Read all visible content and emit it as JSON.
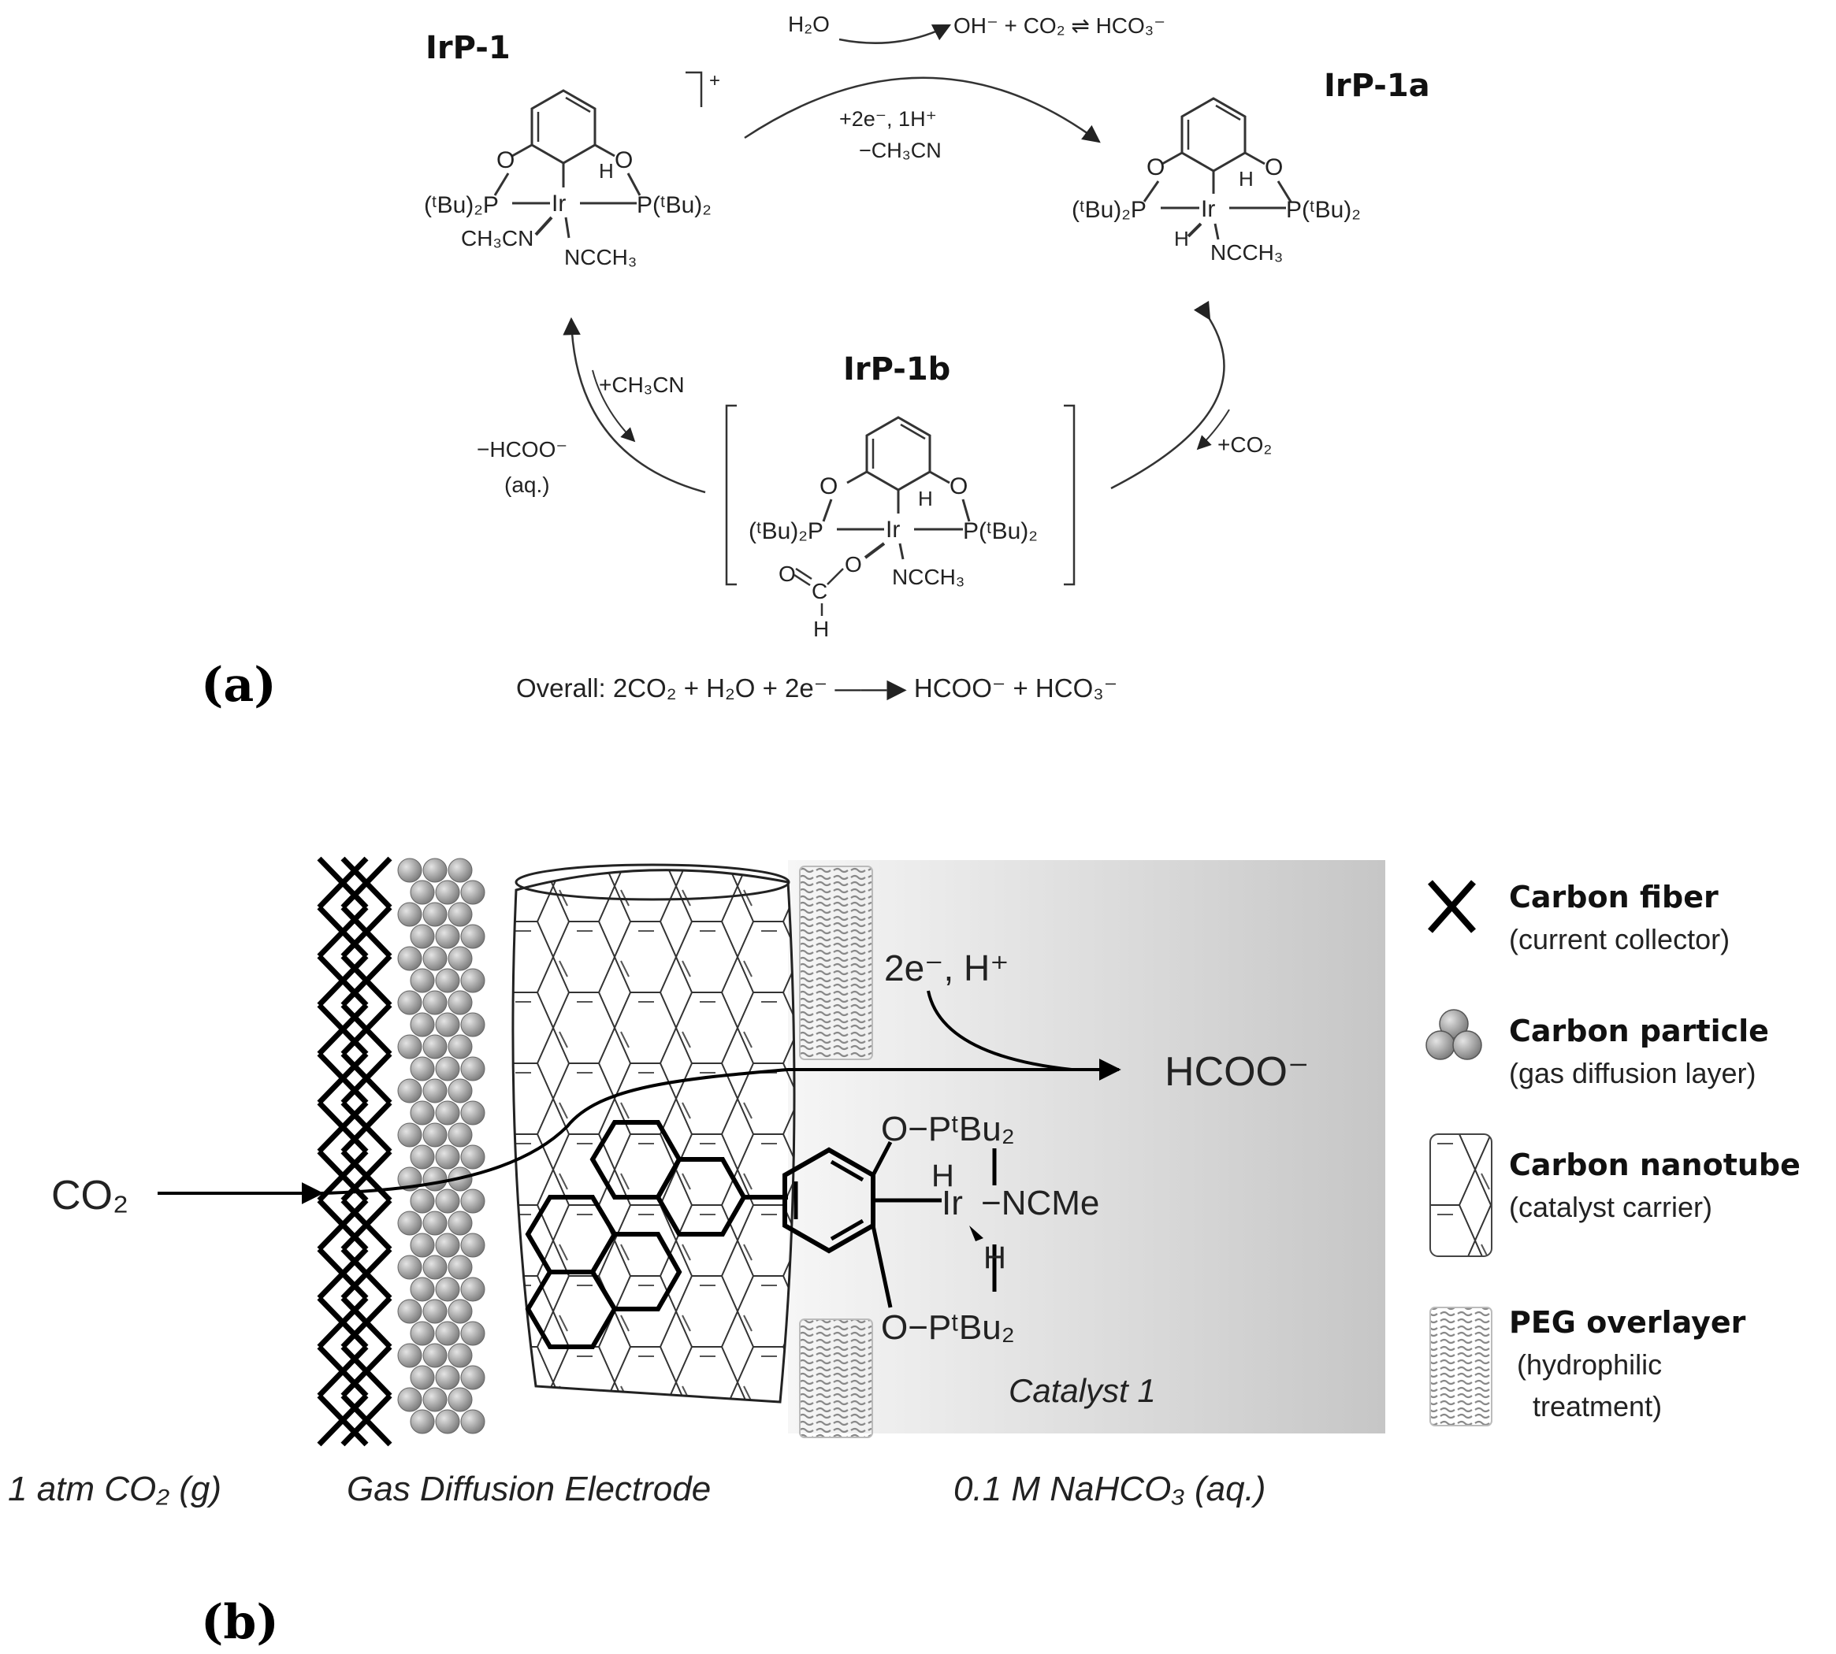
{
  "panel_a": {
    "label": "(a)",
    "compounds": {
      "irp1": "IrP-1",
      "irp1a": "IrP-1a",
      "irp1b": "IrP-1b"
    },
    "irp1_charge": "+",
    "top_reactant": "H₂O",
    "top_products": "OH⁻ + CO₂ ⇌ HCO₃⁻",
    "top_condition_1": "+2e⁻, 1H⁺",
    "top_condition_2": "−CH₃CN",
    "right_condition": "+CO₂",
    "left_condition_in": "+CH₃CN",
    "left_condition_out": "−HCOO⁻",
    "left_condition_out_2": "(aq.)",
    "struct_labels": {
      "o": "O",
      "h": "H",
      "c": "C",
      "ir": "Ir",
      "p_left": "(ᵗBu)₂P",
      "p_right": "P(ᵗBu)₂",
      "ch3cn": "CH₃CN",
      "ncch3": "NCCH₃"
    },
    "overall": "Overall:  2CO₂ + H₂O + 2e⁻  ——▶  HCOO⁻ + HCO₃⁻"
  },
  "panel_b": {
    "label": "(b)",
    "co2_input": "CO₂",
    "electrons": "2e⁻, H⁺",
    "product": "HCOO⁻",
    "catalyst_name": "Catalyst 1",
    "ligand_labels": {
      "top": "O−PᵗBu₂",
      "bottom": "O−PᵗBu₂",
      "ir": "Ir",
      "ncme": "−NCMe",
      "h1": "H",
      "h2": "H"
    },
    "bottom_labels": {
      "gas": "1 atm CO₂ (g)",
      "electrode": "Gas Diffusion Electrode",
      "solution": "0.1 M NaHCO₃ (aq.)"
    },
    "legend": [
      {
        "title": "Carbon fiber",
        "desc": "(current collector)",
        "icon": "cross-icon"
      },
      {
        "title": "Carbon particle",
        "desc": "(gas diffusion layer)",
        "icon": "particle-icon"
      },
      {
        "title": "Carbon nanotube",
        "desc": "(catalyst carrier)",
        "icon": "nanotube-icon"
      },
      {
        "title": "PEG overlayer",
        "desc": "(hydrophilic",
        "desc2": "treatment)",
        "icon": "wave-icon"
      }
    ],
    "colors": {
      "solution_dark": "#c8c8c8",
      "solution_light": "#f4f4f4"
    }
  }
}
